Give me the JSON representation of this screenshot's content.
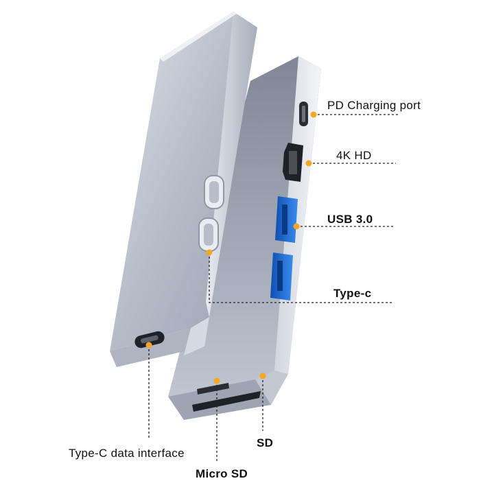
{
  "labels": {
    "pd_charging": "PD Charging port",
    "hdmi": "4K HD",
    "usb": "USB 3.0",
    "type_c": "Type-c",
    "type_c_data": "Type-C data interface",
    "micro_sd": "Micro SD",
    "sd": "SD"
  },
  "colors": {
    "marker": "#f5a623",
    "usb_blue": "#1f6fd6",
    "aluminum_light": "#c9cfd9",
    "aluminum_dark": "#8c94a3",
    "leader_line": "#222222"
  },
  "icons": {
    "device": "usb-c-hub-device",
    "marker": "orange-dot-marker"
  }
}
